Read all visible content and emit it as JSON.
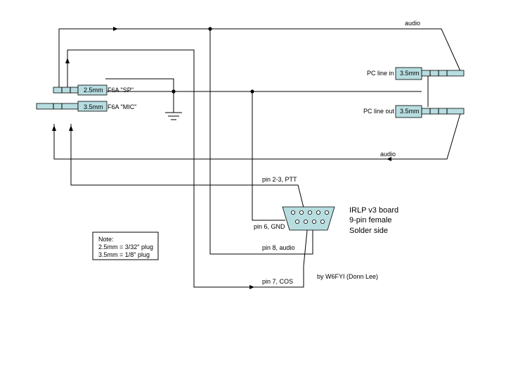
{
  "labels": {
    "audio_top": "audio",
    "audio_bottom": "audio",
    "pc_line_in": "PC line in",
    "pc_line_out": "PC line out",
    "plug_pc_in": "3.5mm",
    "plug_pc_out": "3.5mm",
    "plug_sp": "2.5mm",
    "plug_mic": "3.5mm",
    "f6a_sp": "F6A \"SP\"",
    "f6a_mic": "F6A \"MIC\"",
    "pin_ptt": "pin 2-3, PTT",
    "pin_gnd": "pin 6, GND",
    "pin_audio": "pin 8, audio",
    "pin_cos": "pin 7, COS",
    "board_line1": "IRLP v3 board",
    "board_line2": "9-pin female",
    "board_line3": "Solder side",
    "credit": "by W6FYI (Donn Lee)"
  },
  "note": {
    "title": "Note:",
    "line1": "2.5mm = 3/32\" plug",
    "line2": "3.5mm = 1/8\" plug"
  },
  "colors": {
    "plug_fill": "#b7dde0",
    "line": "#000000"
  }
}
